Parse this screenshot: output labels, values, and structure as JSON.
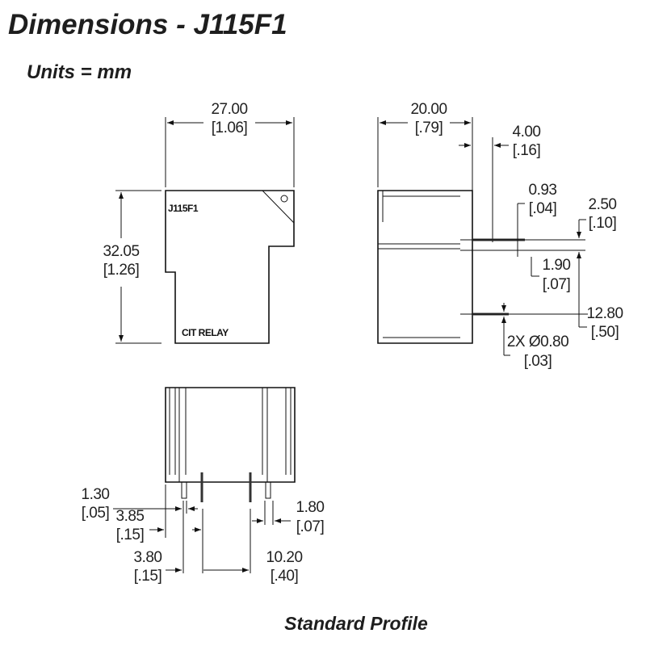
{
  "title": "Dimensions - J115F1",
  "units": "Units = mm",
  "caption": "Standard Profile",
  "front_view": {
    "part_label": "J115F1",
    "brand_label": "CIT RELAY",
    "width": {
      "mm": "27.00",
      "in": "[1.06]"
    },
    "height": {
      "mm": "32.05",
      "in": "[1.26]"
    }
  },
  "side_view": {
    "depth": {
      "mm": "20.00",
      "in": "[.79]"
    },
    "pin_offset": {
      "mm": "4.00",
      "in": "[.16]"
    },
    "pin_width": {
      "mm": "0.93",
      "in": "[.04]"
    },
    "pin_spacing_a": {
      "mm": "2.50",
      "in": "[.10]"
    },
    "pin_thickness": {
      "mm": "1.90",
      "in": "[.07]"
    },
    "pin_spacing_b": {
      "mm": "12.80",
      "in": "[.50]"
    },
    "pin_diameter": {
      "mm": "2X Ø0.80",
      "in": "[.03]"
    }
  },
  "bottom_view": {
    "d1": {
      "mm": "1.30",
      "in": "[.05]"
    },
    "d2": {
      "mm": "3.85",
      "in": "[.15]"
    },
    "d3": {
      "mm": "3.80",
      "in": "[.15]"
    },
    "d4": {
      "mm": "10.20",
      "in": "[.40]"
    },
    "d5": {
      "mm": "1.80",
      "in": "[.07]"
    }
  }
}
